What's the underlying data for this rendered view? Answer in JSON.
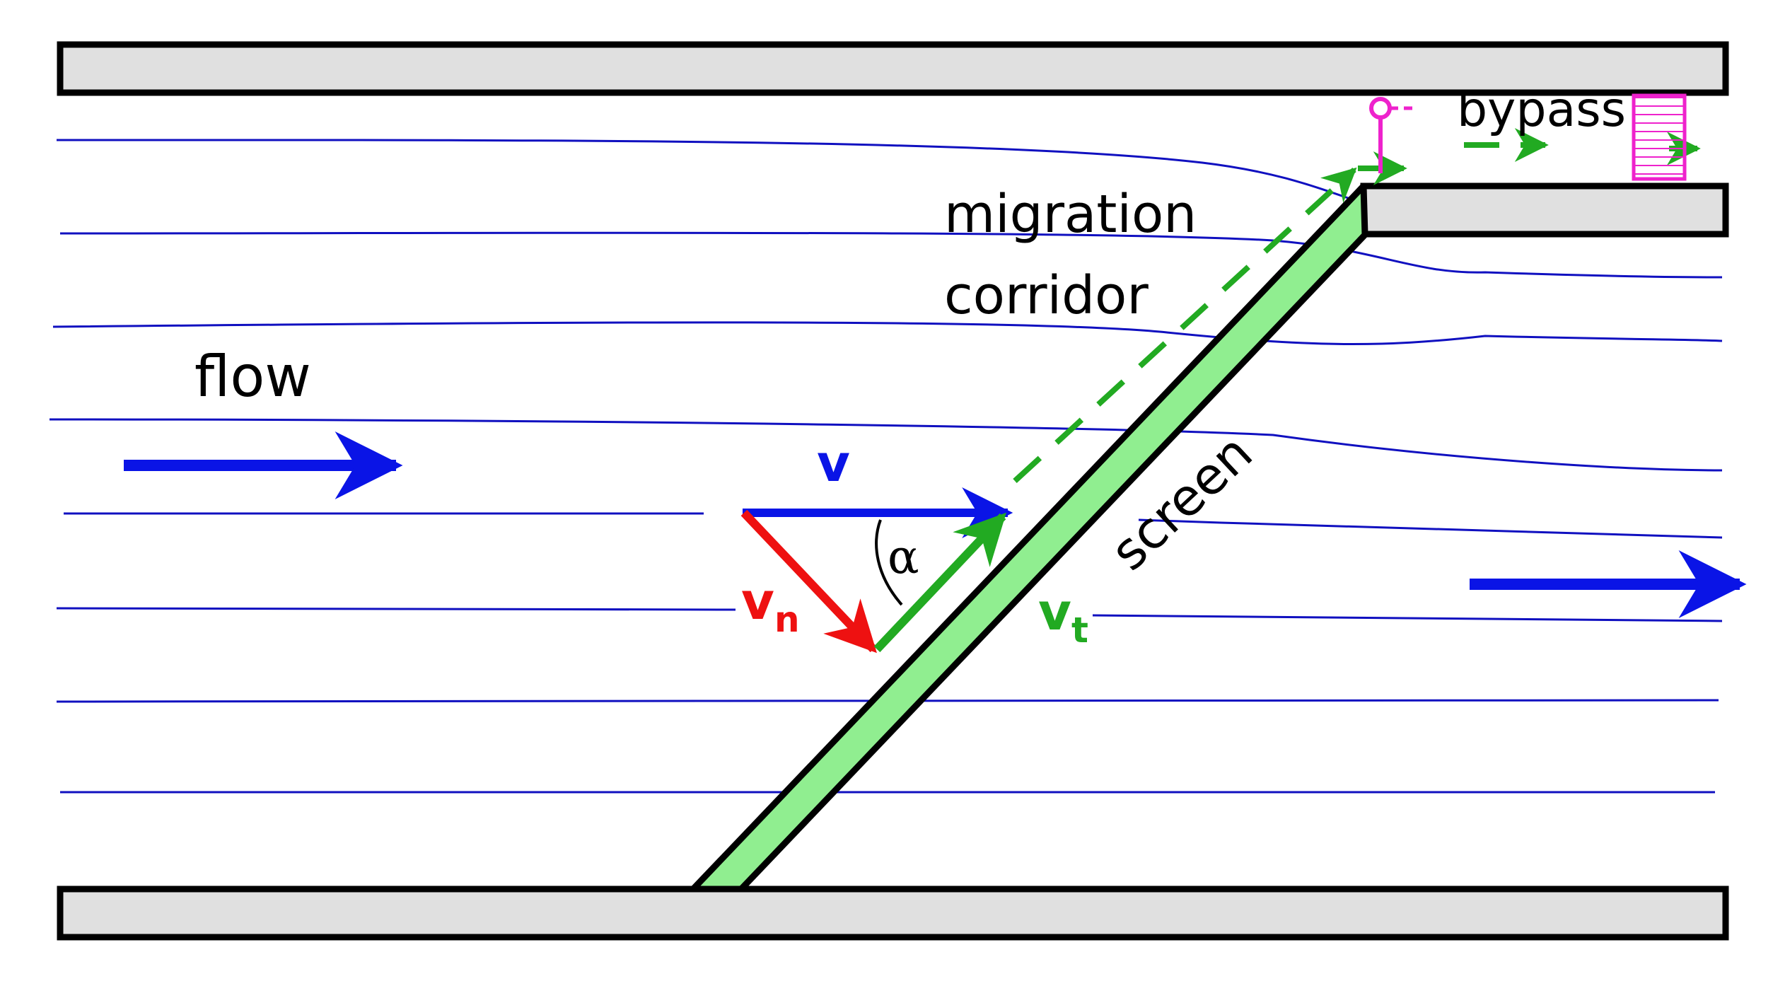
{
  "labels": {
    "flow": "flow",
    "migration": "migration",
    "corridor": "corridor",
    "bypass": "bypass",
    "screen": "screen",
    "alpha": "α",
    "v": "v",
    "vn_main": "v",
    "vn_sub": "n",
    "vt_main": "v",
    "vt_sub": "t"
  },
  "colors": {
    "wall_fill": "#e0e0e0",
    "wall_stroke": "#000000",
    "streamline": "#1010c0",
    "flow_arrow": "#0a14e6",
    "normal_vector": "#ee1111",
    "tangent_vector": "#22aa22",
    "screen_fill": "#90ee90",
    "bypass_marker": "#ee22cc"
  }
}
